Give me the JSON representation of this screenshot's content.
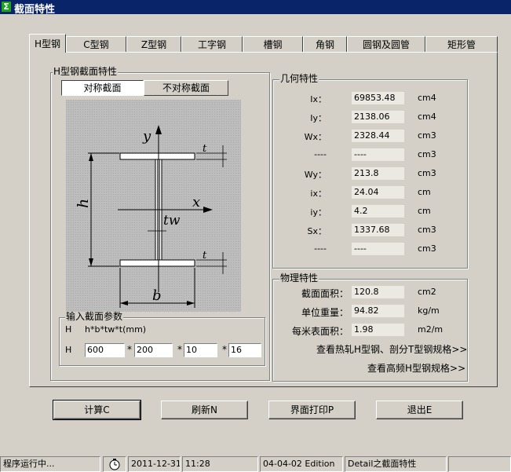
{
  "window": {
    "title": "截面特性"
  },
  "tabs": [
    "H型钢",
    "C型钢",
    "Z型钢",
    "工字钢",
    "槽钢",
    "角钢",
    "圆钢及圆管",
    "矩形管"
  ],
  "section_group": {
    "legend": "H型钢截面特性",
    "toggle": [
      "对称截面",
      "不对称截面"
    ]
  },
  "diagram": {
    "y": "y",
    "x": "x",
    "t": "t",
    "tw": "tw",
    "h": "h",
    "b": "b"
  },
  "input_group": {
    "legend": "输入截面参数",
    "prefix1": "H",
    "formula": "h*b*tw*t(mm)",
    "prefix2": "H",
    "values": [
      "600",
      "200",
      "10",
      "16"
    ],
    "sep": "*"
  },
  "geometry": {
    "legend": "几何特性",
    "rows": [
      {
        "label": "Ix：",
        "value": "69853.48",
        "unit": "cm4"
      },
      {
        "label": "Iy：",
        "value": "2138.06",
        "unit": "cm4"
      },
      {
        "label": "Wx：",
        "value": "2328.44",
        "unit": "cm3"
      },
      {
        "label": "----",
        "value": "----",
        "unit": "cm3"
      },
      {
        "label": "Wy：",
        "value": "213.8",
        "unit": "cm3"
      },
      {
        "label": "ix：",
        "value": "24.04",
        "unit": "cm"
      },
      {
        "label": "iy：",
        "value": "4.2",
        "unit": "cm"
      },
      {
        "label": "Sx：",
        "value": "1337.68",
        "unit": "cm3"
      },
      {
        "label": "----",
        "value": "----",
        "unit": "cm3"
      }
    ]
  },
  "physical": {
    "legend": "物理特性",
    "rows": [
      {
        "label": "截面面积：",
        "value": "120.8",
        "unit": "cm2"
      },
      {
        "label": "单位重量：",
        "value": "94.82",
        "unit": "kg/m"
      },
      {
        "label": "每米表面积：",
        "value": "1.98",
        "unit": "m2/m"
      }
    ],
    "link1": "查看热轧H型钢、剖分T型钢规格>>",
    "link2": "查看高频H型钢规格>>"
  },
  "buttons": [
    "计算C",
    "刷新N",
    "界面打印P",
    "退出E"
  ],
  "status": {
    "message": "程序运行中...",
    "date": "2011-12-31",
    "time": "11:28",
    "edition": "04-04-02 Edition",
    "info": "Detail之截面特性"
  }
}
